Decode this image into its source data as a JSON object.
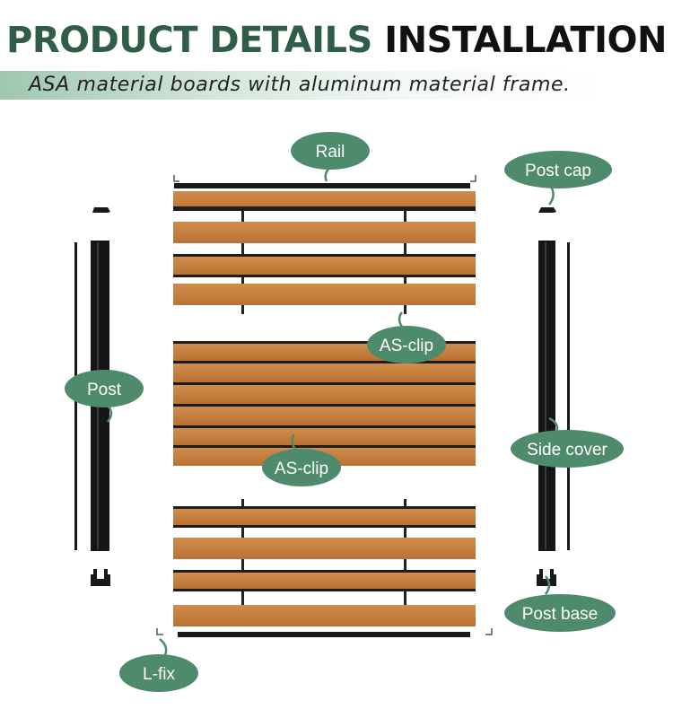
{
  "header": {
    "title_part1": "PRODUCT DETAILS",
    "title_part2": "INSTALLATION",
    "subtitle": "ASA material boards with aluminum material frame."
  },
  "callouts": {
    "rail": "Rail",
    "post_cap": "Post cap",
    "as_clip_1": "AS-clip",
    "post": "Post",
    "side_cover": "Side cover",
    "as_clip_2": "AS-clip",
    "post_base": "Post base",
    "l_fix": "L-fix"
  },
  "colors": {
    "brand_green": "#2f5d47",
    "callout_fill": "#4e8a6c",
    "board_wood": "#c98544",
    "frame_black": "#1a1a1a"
  }
}
